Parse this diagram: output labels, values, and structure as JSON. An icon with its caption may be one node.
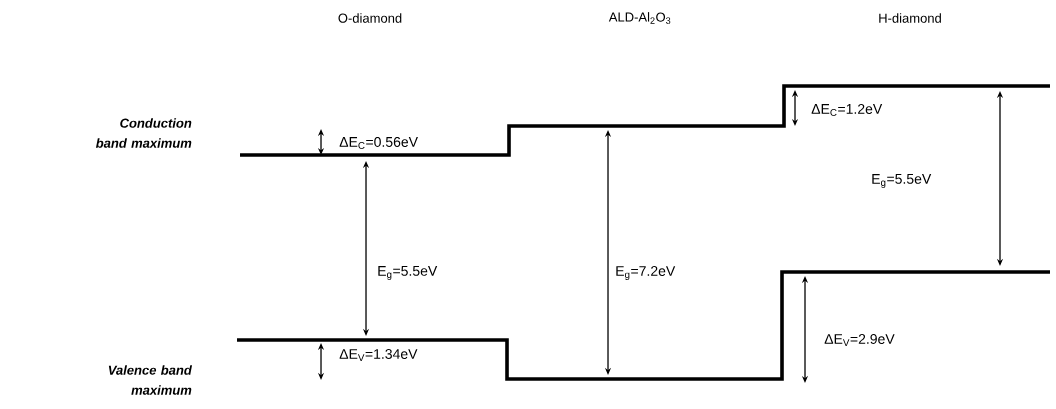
{
  "diagram": {
    "labels": [
      "O-diamond",
      "ALD-Al$_{2}$O$_{3}$",
      "H-diamond",
      "Conduction band maximum",
      "ΔE$_{C}$=0.56eV",
      "ΔE$_{C}$=1.2eV",
      "E$_{g}$=5.5eV",
      "E$_{g}$=5.5eV",
      "E$_{g}$=7.2eV",
      "ΔE$_{V}$=2.9eV",
      "Valence band maximum",
      "ΔE$_{V}$=1.34eV"
    ]
  }
}
